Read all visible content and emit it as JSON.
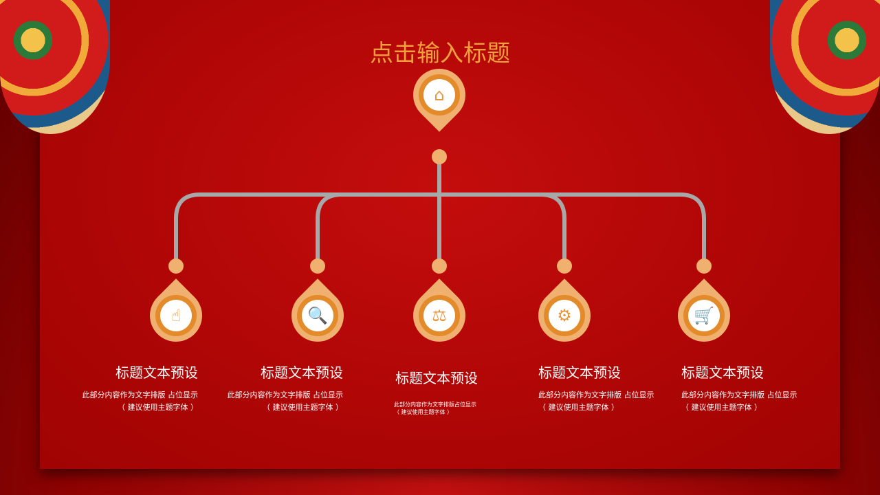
{
  "title": "点击输入标题",
  "root_icon": "home-icon",
  "items": [
    {
      "icon": "touch-hand-icon",
      "glyph": "☝",
      "title": "标题文本预设",
      "desc1": "此部分内容作为文字排版 占位显示",
      "desc2": "（ 建议使用主题字体 ）"
    },
    {
      "icon": "magnifier-icon",
      "glyph": "🔍",
      "title": "标题文本预设",
      "desc1": "此部分内容作为文字排版 占位显示",
      "desc2": "（ 建议使用主题字体 ）"
    },
    {
      "icon": "scales-icon",
      "glyph": "⚖",
      "title": "标题文本预设",
      "desc1": "此部分内容作为文字排版占位显示",
      "desc2": "（ 建议使用主题字体 ）"
    },
    {
      "icon": "gear-icon",
      "glyph": "⚙",
      "title": "标题文本预设",
      "desc1": "此部分内容作为文字排版 占位显示",
      "desc2": "（ 建议使用主题字体 ）"
    },
    {
      "icon": "shopping-cart-icon",
      "glyph": "🛒",
      "title": "标题文本预设",
      "desc1": "此部分内容作为文字排版 占位显示",
      "desc2": "（ 建议使用主题字体 ）"
    }
  ],
  "colors": {
    "accent": "#f0a03c",
    "background": "#b00606",
    "connector": "#a8a8a8"
  }
}
